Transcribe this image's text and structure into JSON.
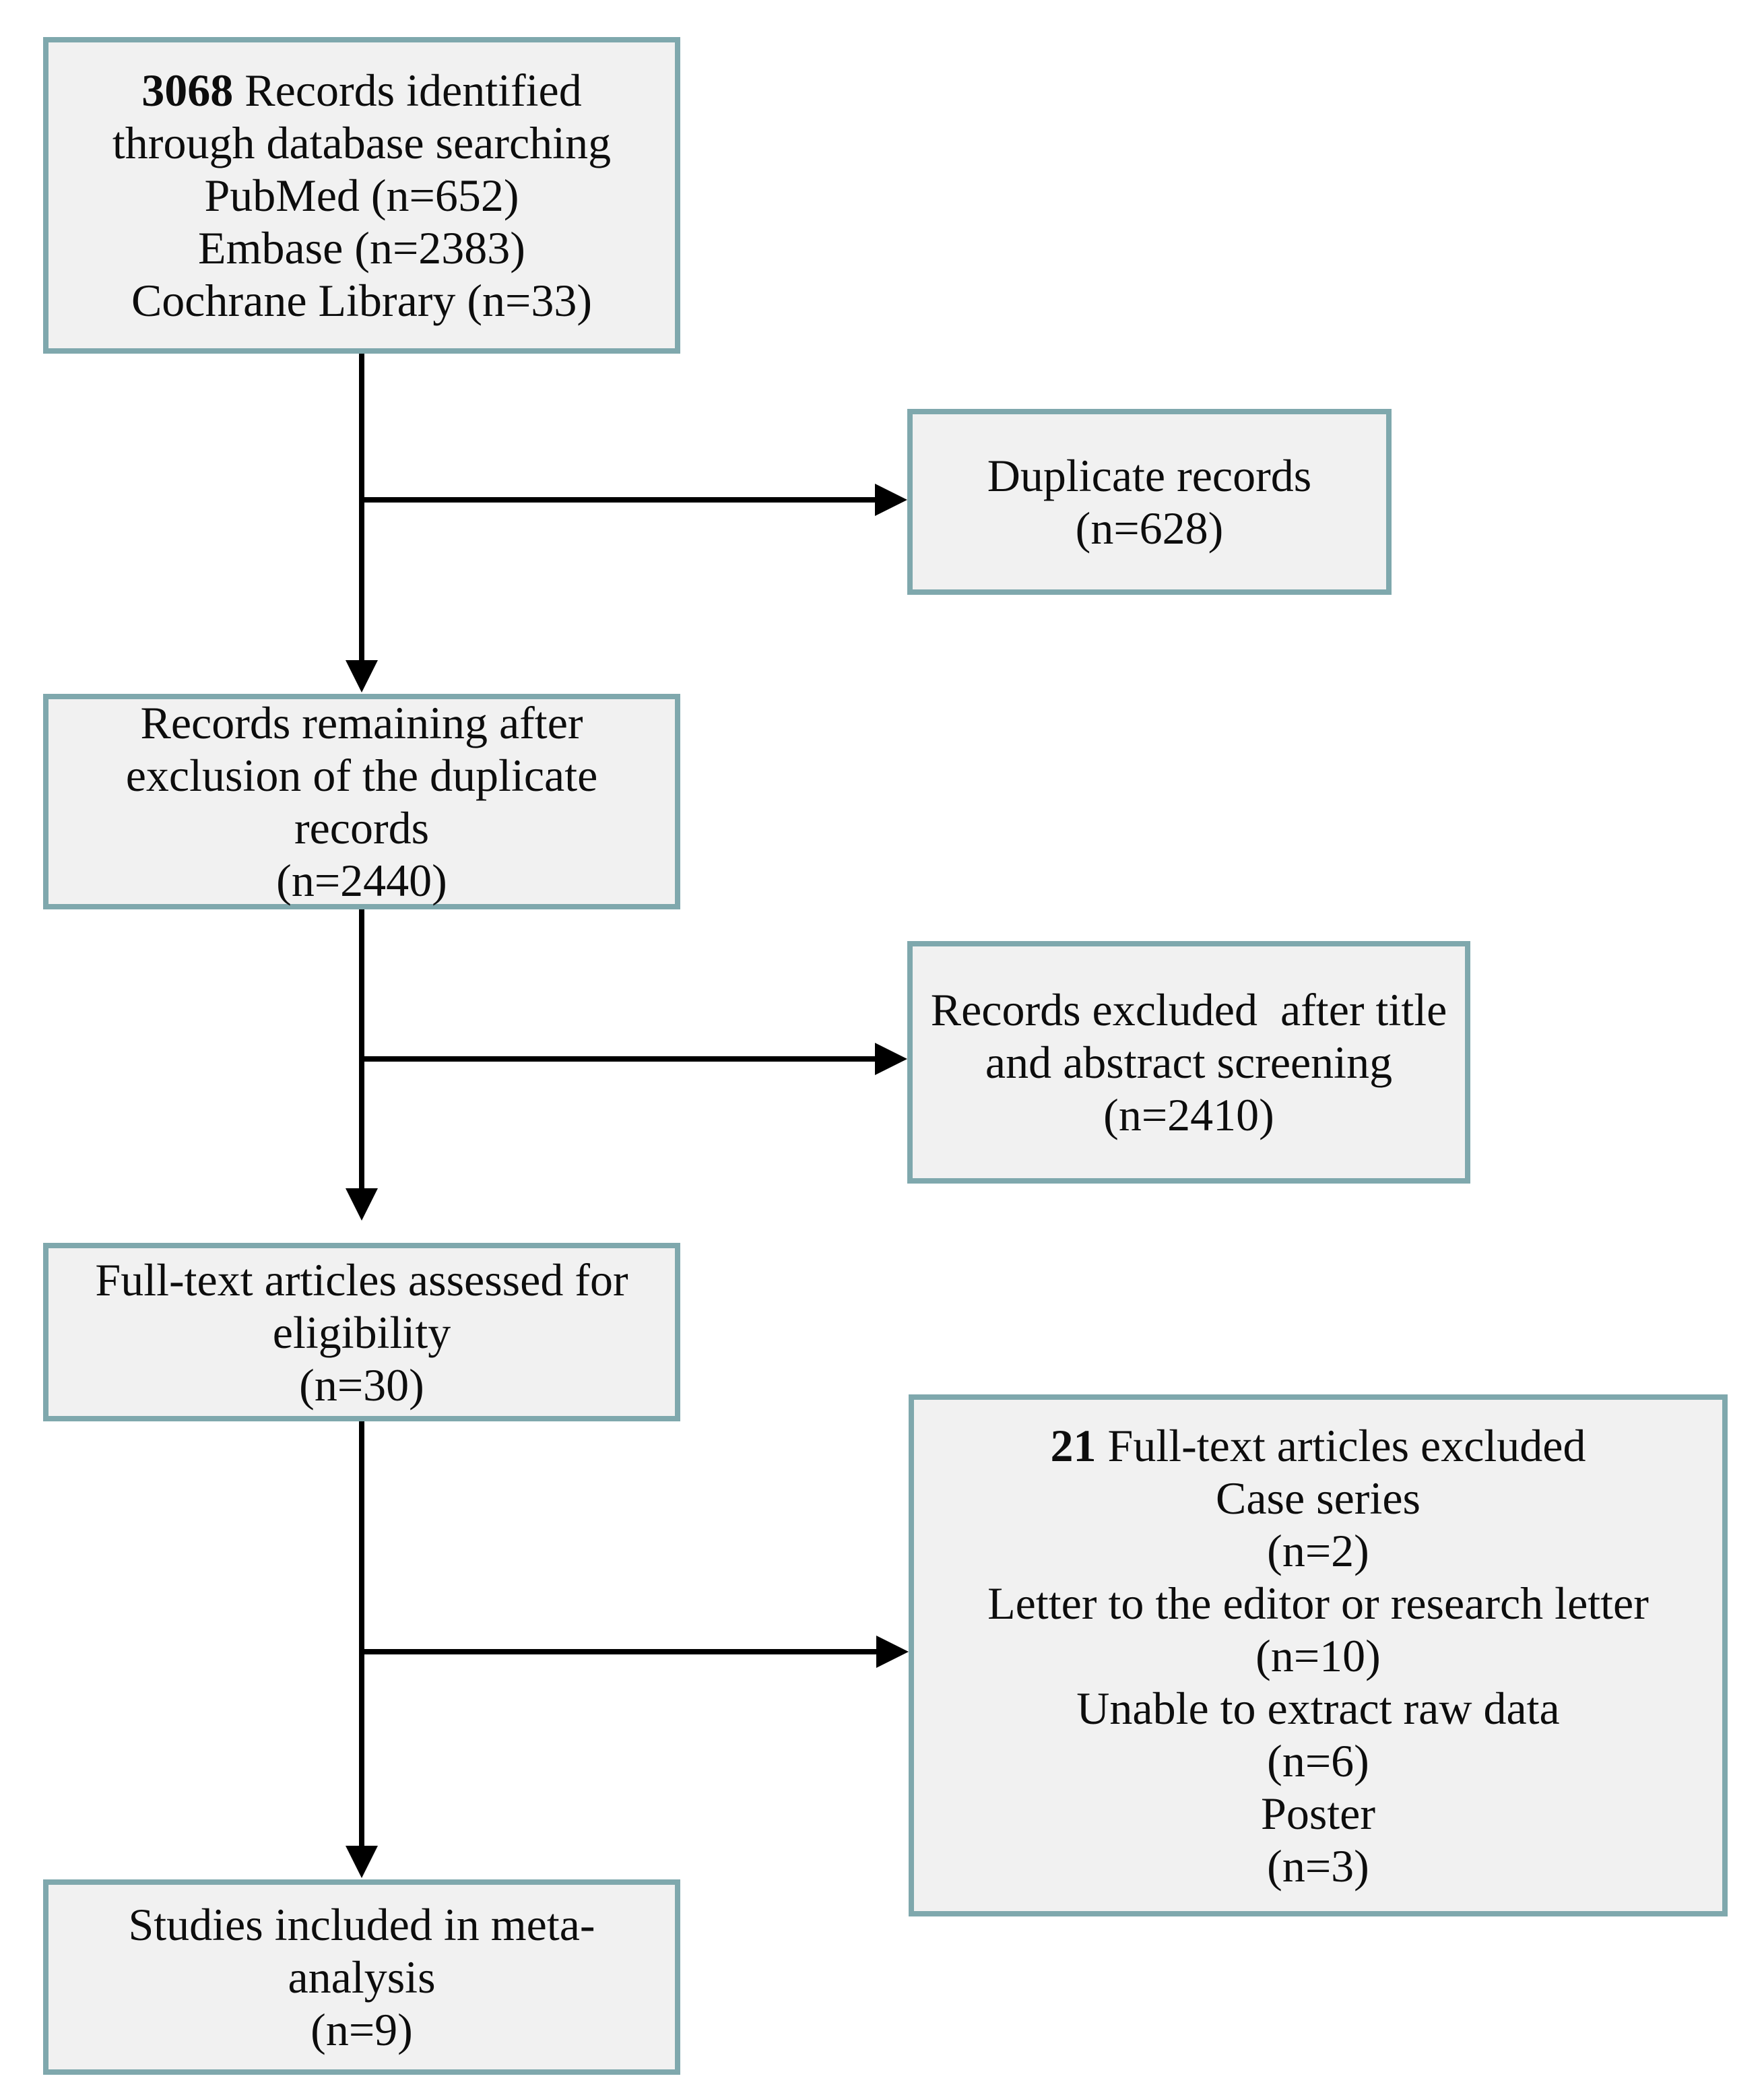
{
  "colors": {
    "box_fill": "#f1f1f1",
    "box_border": "#7fa8ad",
    "arrow": "#000000",
    "text": "#0d0d0d",
    "page_bg": "#ffffff"
  },
  "boxes": {
    "identified": {
      "count_bold": "3068",
      "line1_rest": " Records identified",
      "line2": "through database searching",
      "line3": "PubMed (n=652)",
      "line4": "Embase (n=2383)",
      "line5": "Cochrane Library (n=33)"
    },
    "duplicates": {
      "line1": "Duplicate records",
      "line2": "(n=628)"
    },
    "remaining": {
      "line1": "Records remaining after",
      "line2": "exclusion of the duplicate",
      "line3": "records",
      "line4": "(n=2440)"
    },
    "excluded_screening": {
      "line1": "Records excluded  after title",
      "line2": "and abstract screening",
      "line3": "(n=2410)"
    },
    "fulltext_assessed": {
      "line1": "Full-text articles assessed for",
      "line2": "eligibility",
      "line3": "(n=30)"
    },
    "fulltext_excluded": {
      "count_bold": "21",
      "line1_rest": " Full-text articles excluded",
      "line2": "Case series",
      "line3": "(n=2)",
      "line4": "Letter to the editor or research letter",
      "line5": "(n=10)",
      "line6": "Unable to extract raw data",
      "line7": "(n=6)",
      "line8": "Poster",
      "line9": "(n=3)"
    },
    "included": {
      "line1": "Studies included in meta-",
      "line2": "analysis",
      "line3": "(n=9)"
    }
  }
}
